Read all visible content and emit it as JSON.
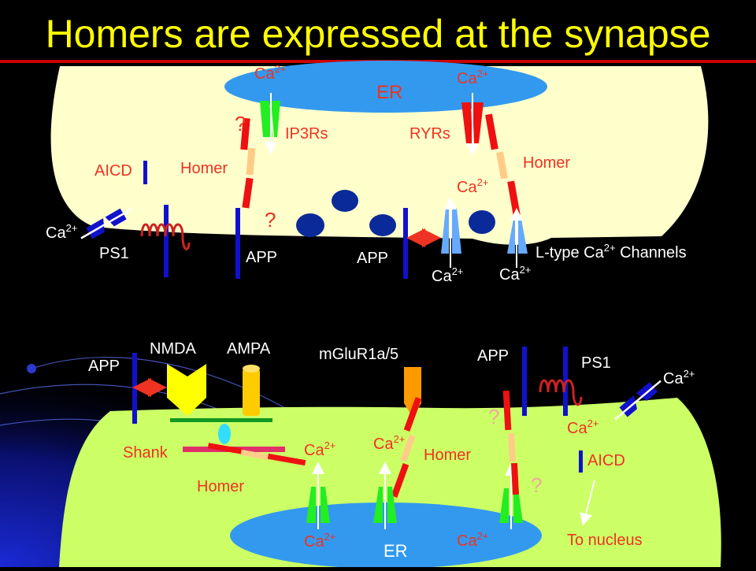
{
  "slide": {
    "title": "Homers are expressed at the synapse",
    "colors": {
      "title": "#ffff00",
      "title_rule": "#cc0000",
      "presynaptic": "#ffffcc",
      "postsynaptic": "#ccff66",
      "er": "#3399ee",
      "homer_red": "#ee1111",
      "homer_peach": "#ffcc88",
      "receptor_blue": "#1111cc",
      "ip3r_green": "#22ee22",
      "ryr_red": "#ee1111",
      "ltype_blue": "#66aaff",
      "vesicle": "#0a2a99",
      "nmda": "#ffff00",
      "ampa": "#ffcc00",
      "mglur": "#ff9900",
      "shank": "#e0306a",
      "psd_green": "#119922",
      "cyan": "#33ddff"
    }
  },
  "top": {
    "er_label": "ER",
    "ca_er_left": "Ca",
    "ca_er_left_sup": "2+",
    "ca_er_right": "Ca",
    "ca_er_right_sup": "2+",
    "ip3rs": "IP3Rs",
    "ryrs": "RYRs",
    "question_left": "?",
    "question_center": "?",
    "aicd": "AICD",
    "homer_left": "Homer",
    "homer_right": "Homer",
    "ca_inner_right": "Ca",
    "ca_inner_right_sup": "2+",
    "ca_ps1": "Ca",
    "ca_ps1_sup": "2+",
    "ps1": "PS1",
    "app_left": "APP",
    "app_right": "APP",
    "ltype": "L-type Ca",
    "ltype_sup": "2+",
    "ltype_end": " Channels",
    "ca_bottom_1": "Ca",
    "ca_bottom_1_sup": "2+",
    "ca_bottom_2": "Ca",
    "ca_bottom_2_sup": "2+"
  },
  "bottom": {
    "nmda": "NMDA",
    "ampa": "AMPA",
    "mglur": "mGluR1a/5",
    "app_left": "APP",
    "app_right": "APP",
    "ps1": "PS1",
    "ca_ext": "Ca",
    "ca_ext_sup": "2+",
    "shank": "Shank",
    "homer_left": "Homer",
    "homer_right": "Homer",
    "ca_left": "Ca",
    "ca_left_sup": "2+",
    "ca_mid": "Ca",
    "ca_mid_sup": "2+",
    "ca_ps1": "Ca",
    "ca_ps1_sup": "2+",
    "aicd": "AICD",
    "question_1": "?",
    "question_2": "?",
    "ca_er_left": "Ca",
    "ca_er_left_sup": "2+",
    "ca_er_right": "Ca",
    "ca_er_right_sup": "2+",
    "er_label": "ER",
    "to_nucleus": "To nucleus"
  }
}
